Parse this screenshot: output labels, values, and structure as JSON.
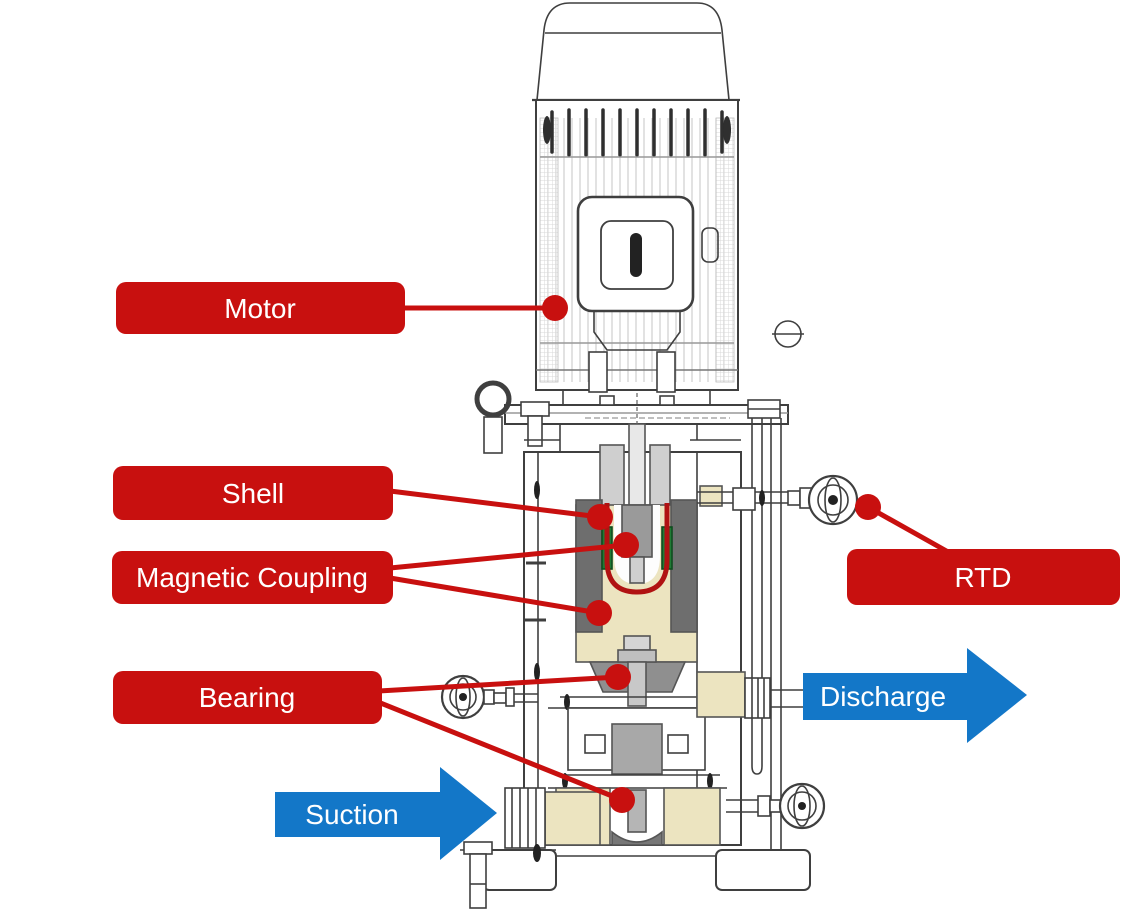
{
  "diagram": {
    "title": "Vertical magnetic-drive pump cutaway diagram",
    "labels": {
      "motor": "Motor",
      "shell": "Shell",
      "magnetic_coupling": "Magnetic Coupling",
      "bearing": "Bearing",
      "rtd": "RTD"
    },
    "flow_arrows": {
      "suction": "Suction",
      "discharge": "Discharge"
    },
    "colors": {
      "label_red": "#c8100f",
      "arrow_blue": "#1377c8",
      "casing_beige": "#ece4c0",
      "magnet_green": "#1f7a34",
      "containment_shell_red": "#b01212",
      "line_gray": "#3f3f3f"
    }
  }
}
